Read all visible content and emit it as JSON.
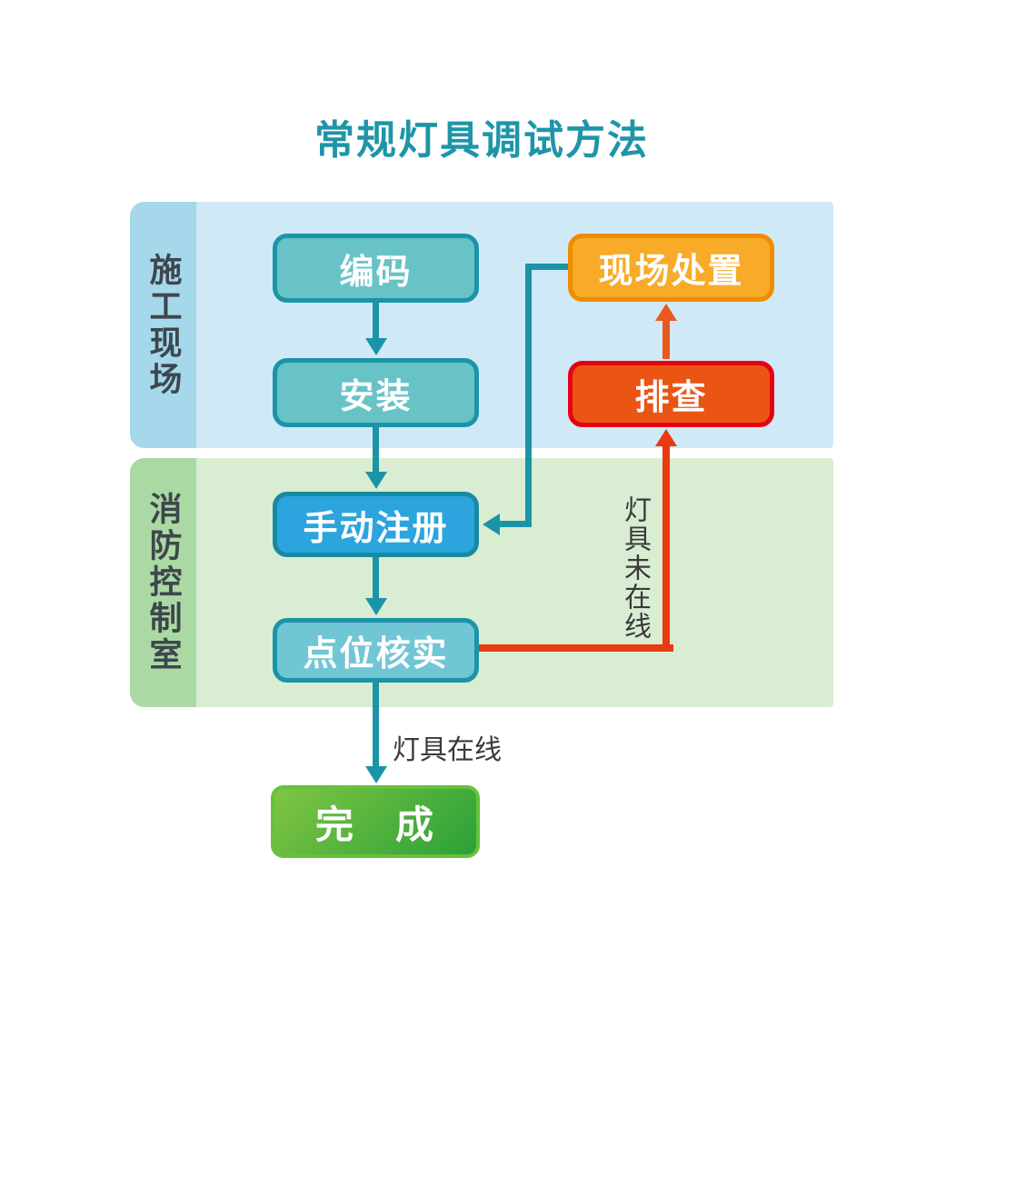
{
  "title": "常规灯具调试方法",
  "lanes": [
    {
      "label": "施工现场"
    },
    {
      "label": "消防控制室"
    }
  ],
  "nodes": {
    "encode": "编码",
    "install": "安装",
    "onsite_handle": "现场处置",
    "troubleshoot": "排查",
    "manual_register": "手动注册",
    "point_verify": "点位核实",
    "done": "完　成"
  },
  "edge_labels": {
    "lamp_online": "灯具在线",
    "lamp_offline": "灯具未在线"
  },
  "colors": {
    "c_title": "#1e95a9",
    "c_lane1_band": "#a6d8ec",
    "c_lane1_body": "#d0e9f6",
    "c_lane2_band": "#abd9a3",
    "c_lane2_body": "#d9edd3",
    "c_lane_text": "#3d474d",
    "c_teal_fill": "#68c3c6",
    "c_teal_border": "#1b94a8",
    "c_lightteal_fill": "#70c6d4",
    "c_blue_fill": "#2ca4dd",
    "c_blue_border": "#1989a3",
    "c_orange_fill": "#f7ab29",
    "c_orange_border": "#f08c00",
    "c_red_fill": "#ea5514",
    "c_red_border": "#e60012",
    "c_green_hi": "#80c543",
    "c_green_lo": "#2aa138",
    "c_green_border": "#66c13d",
    "c_teal_arrow": "#1b94a8",
    "c_red_arrow": "#e93a10",
    "c_orange_arrow": "#e9591b",
    "c_edge_text": "#3a3a3a"
  }
}
